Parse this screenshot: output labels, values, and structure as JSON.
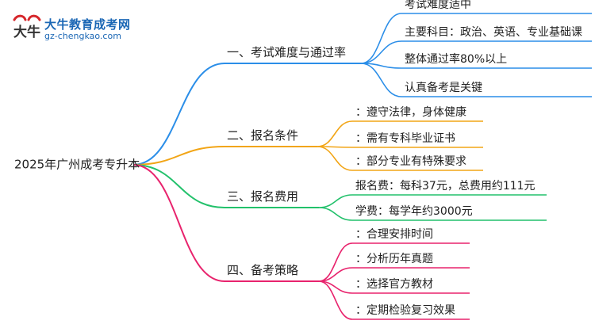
{
  "logo": {
    "mark_text": "大牛",
    "name": "大牛教育成考网",
    "url": "gz-chengkao.com"
  },
  "mindmap": {
    "root": "2025年广州成考专升本",
    "branches": [
      {
        "label": "一、考试难度与通过率",
        "color": "#2b8ee8",
        "items": [
          "考试难度适中",
          "主要科目：政治、英语、专业基础课",
          "整体通过率80%以上",
          "认真备考是关键"
        ]
      },
      {
        "label": "二、报名条件",
        "color": "#f2a516",
        "items": [
          "：遵守法律，身体健康",
          "：需有专科毕业证书",
          "：部分专业有特殊要求"
        ]
      },
      {
        "label": "三、报名费用",
        "color": "#22c16b",
        "items": [
          "报名费：每科37元，总费用约111元",
          "学费：每学年约3000元"
        ]
      },
      {
        "label": "四、备考策略",
        "color": "#e8236d",
        "items": [
          "：合理安排时间",
          "：分析历年真题",
          "：选择官方教材",
          "：定期检验复习效果"
        ]
      }
    ]
  }
}
